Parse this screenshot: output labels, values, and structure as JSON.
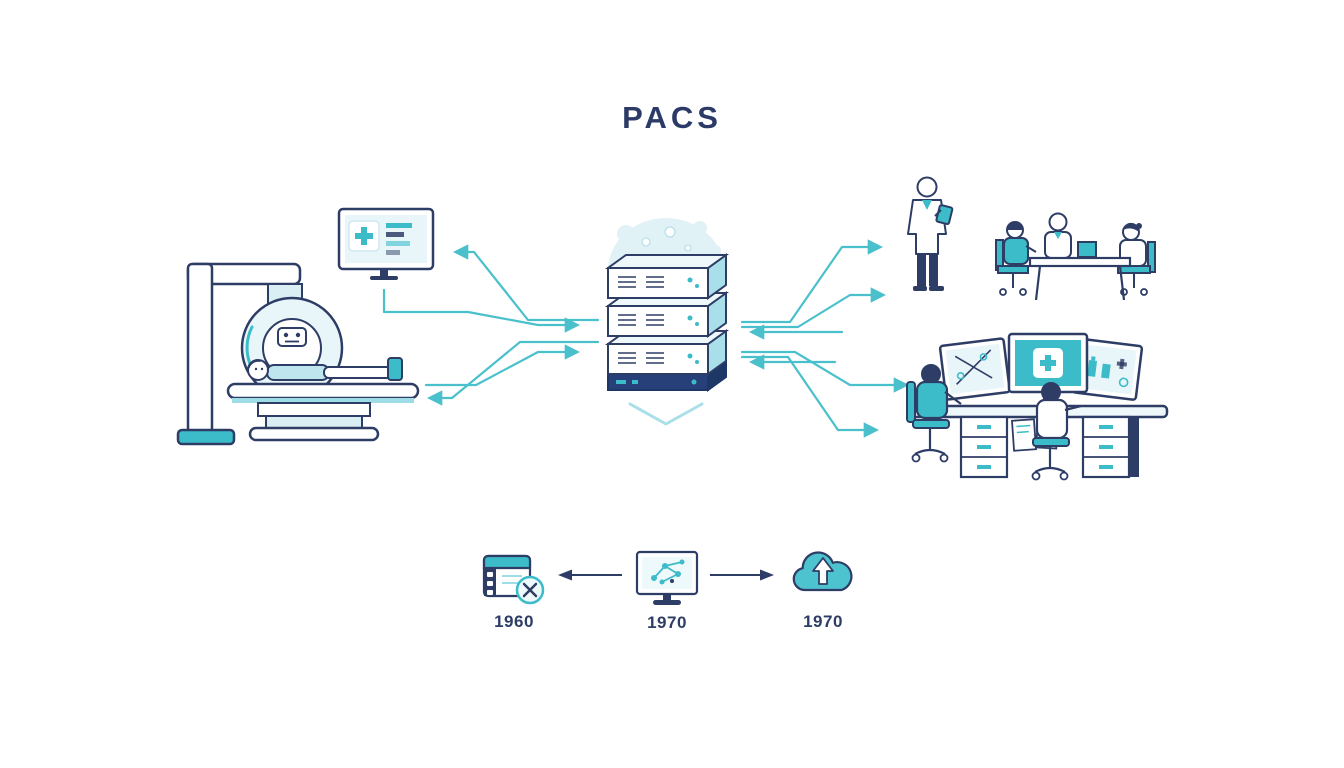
{
  "title": "PACS",
  "diagram": {
    "nodes": [
      {
        "name": "imaging-display-monitor",
        "icon": "medical-cross-monitor-icon"
      },
      {
        "name": "ct-scanner-with-patient",
        "icon": "ct-scanner-icon"
      },
      {
        "name": "pacs-server",
        "icon": "server-stack-icon"
      },
      {
        "name": "physician-with-tablet",
        "icon": "doctor-icon"
      },
      {
        "name": "clinical-consultation",
        "icon": "meeting-table-icon"
      },
      {
        "name": "radiology-reading-workstation",
        "icon": "multi-monitor-workstation-icon"
      }
    ]
  },
  "timeline": {
    "items": [
      {
        "year": "1960",
        "icon": "film-archive-crossed-icon"
      },
      {
        "year": "1970",
        "icon": "networked-monitor-icon"
      },
      {
        "year": "1970",
        "icon": "cloud-upload-icon"
      }
    ]
  },
  "colors": {
    "navy": "#2e3d66",
    "teal": "#3cbcc9",
    "light_teal": "#e8f5f9",
    "pale_glow": "#e1f2f7"
  }
}
